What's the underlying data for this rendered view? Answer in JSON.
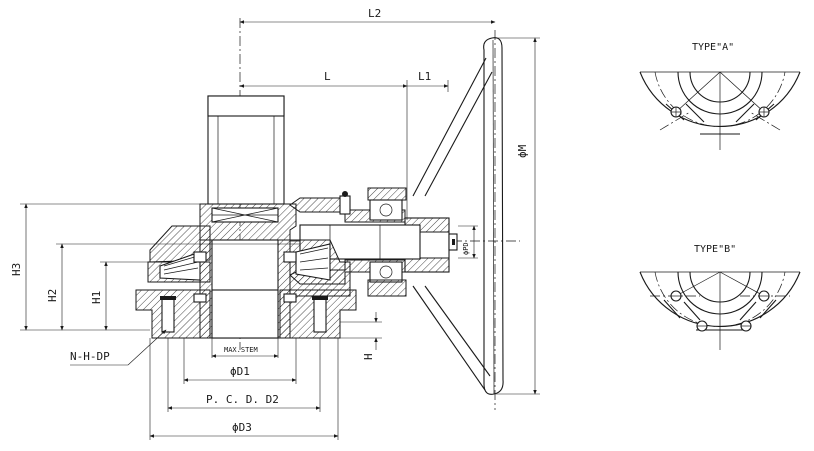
{
  "labels": {
    "L2": "L2",
    "L": "L",
    "L1": "L1",
    "M": "ϕM",
    "PD": "ϕPD",
    "H3": "H3",
    "H2": "H2",
    "H1": "H1",
    "H": "H",
    "NHDP": "N-H-DP",
    "maxStem": "MAX.STEM",
    "D1": "ϕD1",
    "D2": "P. C. D. D2",
    "D3": "ϕD3",
    "typeA": "TYPE\"A\"",
    "typeB": "TYPE\"B\""
  }
}
